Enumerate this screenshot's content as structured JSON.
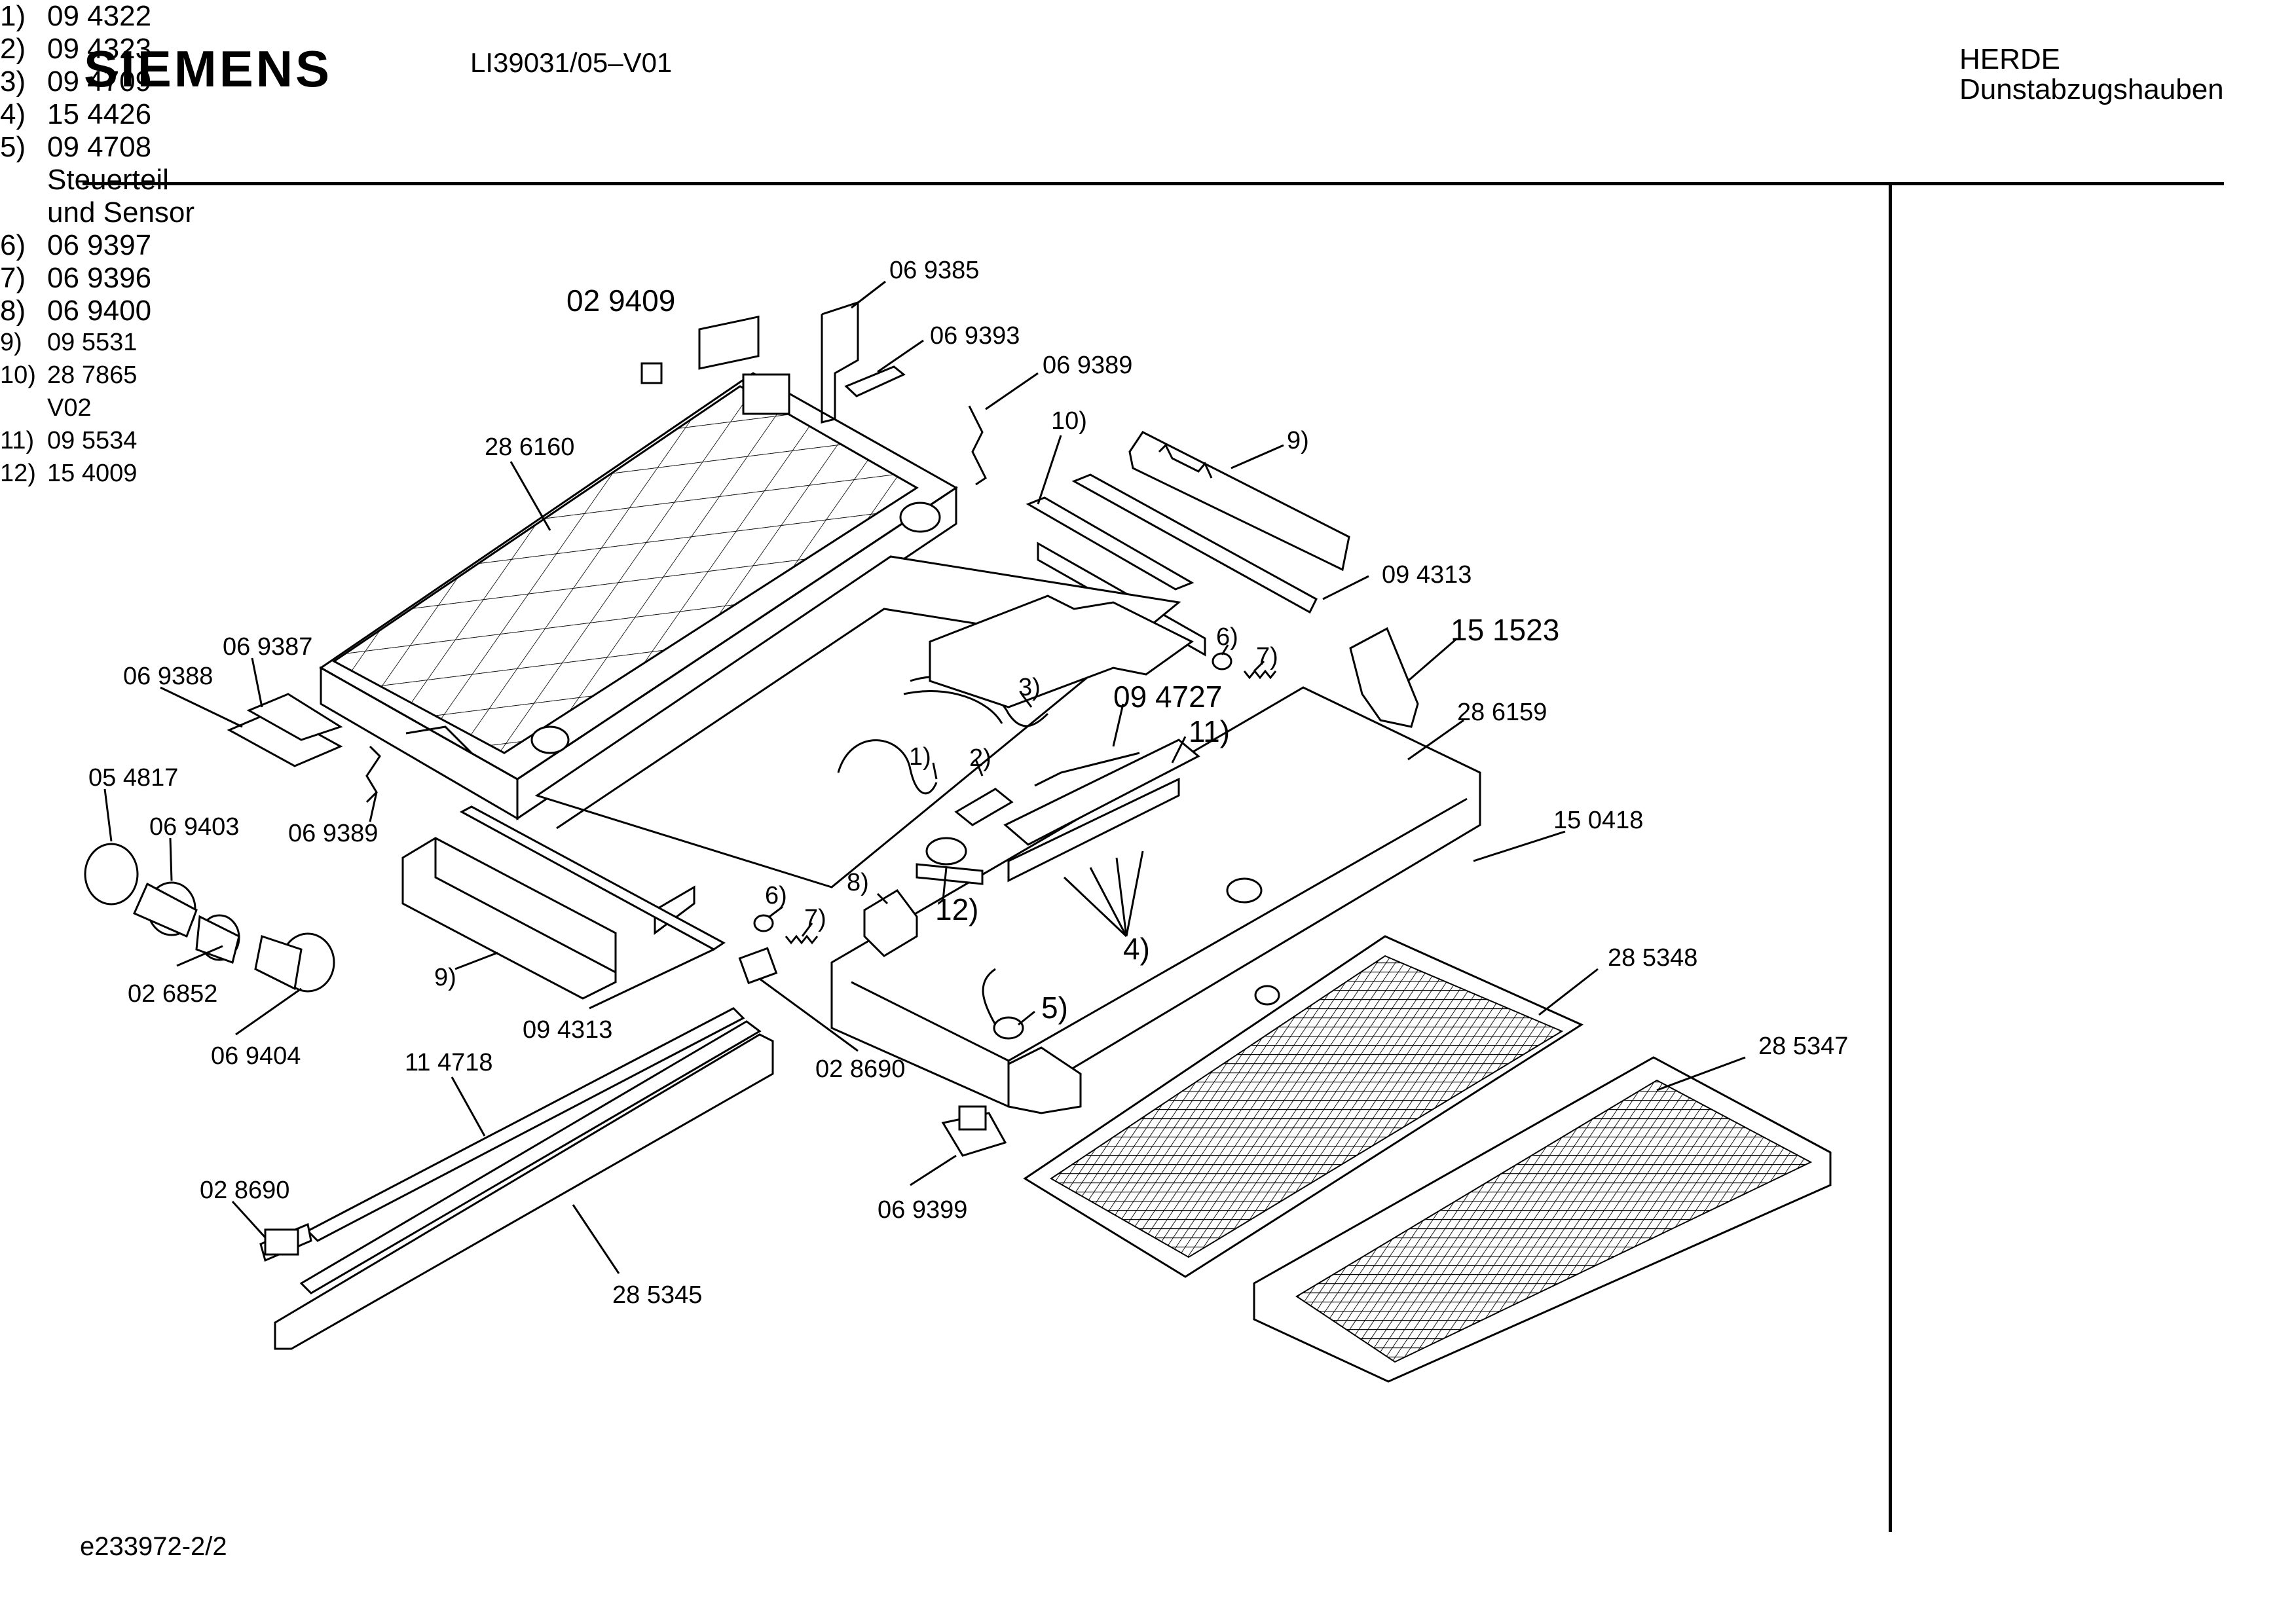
{
  "header": {
    "brand": "SIEMENS",
    "model": "LI39031/05–V01",
    "category_line1": "HERDE",
    "category_line2": "Dunstabzugshauben"
  },
  "legend": [
    {
      "num": "1)",
      "code": "09 4322"
    },
    {
      "num": "2)",
      "code": "09 4323"
    },
    {
      "num": "3)",
      "code": "09 4709"
    },
    {
      "num": "4)",
      "code": "15 4426"
    },
    {
      "num": "5)",
      "code": "09 4708"
    },
    {
      "num": "",
      "code": "Steuerteil"
    },
    {
      "num": "",
      "code": "und Sensor"
    },
    {
      "num": "6)",
      "code": "06 9397"
    },
    {
      "num": "7)",
      "code": "06 9396"
    },
    {
      "num": "8)",
      "code": "06 9400"
    },
    {
      "num": "9)",
      "code": "09 5531"
    },
    {
      "num": "10)",
      "code": "28 7865"
    },
    {
      "num": "",
      "code": "V02"
    },
    {
      "num": "11)",
      "code": "09 5534"
    },
    {
      "num": "12)",
      "code": "15 4009"
    }
  ],
  "callouts": {
    "p069385": "06 9385",
    "p029409": "02 9409",
    "p069393": "06 9393",
    "p069389a": "06 9389",
    "p10": "10)",
    "p9a": "9)",
    "p286160": "28 6160",
    "p094313a": "09 4313",
    "p151523": "15 1523",
    "p6a": "6)",
    "p7a": "7)",
    "p3": "3)",
    "p094727": "09 4727",
    "p11": "11)",
    "p286159": "28 6159",
    "p069387": "06 9387",
    "p069388": "06 9388",
    "p1": "1)",
    "p2": "2)",
    "p054817": "05 4817",
    "p069403": "06 9403",
    "p069389b": "06 9389",
    "p150418": "15 0418",
    "p8": "8)",
    "p12": "12)",
    "p6b": "6)",
    "p7b": "7)",
    "p9b": "9)",
    "p4": "4)",
    "p285348": "28 5348",
    "p026852": "02 6852",
    "p094313b": "09 4313",
    "p5": "5)",
    "p285347": "28 5347",
    "p069404": "06 9404",
    "p114718": "11 4718",
    "p028690a": "02 8690",
    "p028690b": "02 8690",
    "p069399": "06 9399",
    "p285345": "28 5345"
  },
  "footer": {
    "doc_id": "e233972-2/2"
  }
}
